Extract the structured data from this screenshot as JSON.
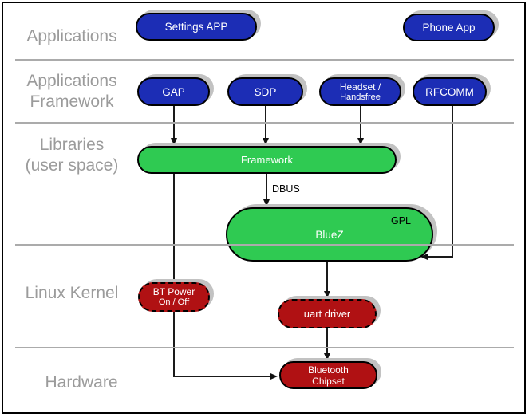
{
  "layers": {
    "applications": {
      "label": "Applications"
    },
    "app_framework": {
      "line1": "Applications",
      "line2": "Framework"
    },
    "libraries": {
      "line1": "Libraries",
      "line2": "(user space)"
    },
    "kernel": {
      "label": "Linux Kernel"
    },
    "hardware": {
      "label": "Hardware"
    }
  },
  "nodes": {
    "settings_app": {
      "label": "Settings APP"
    },
    "phone_app": {
      "label": "Phone App"
    },
    "gap": {
      "label": "GAP"
    },
    "sdp": {
      "label": "SDP"
    },
    "headset": {
      "line1": "Headset /",
      "line2": "Handsfree"
    },
    "rfcomm": {
      "label": "RFCOMM"
    },
    "framework": {
      "label": "Framework"
    },
    "bluez": {
      "label": "BlueZ",
      "license": "GPL"
    },
    "bt_power": {
      "line1": "BT Power",
      "line2": "On / Off"
    },
    "uart_driver": {
      "label": "uart driver"
    },
    "bt_chipset": {
      "line1": "Bluetooth",
      "line2": "Chipset"
    }
  },
  "edges": {
    "dbus_label": "DBUS"
  },
  "colors": {
    "app_pill": "#1c2db5",
    "userspace_pill": "#2fca52",
    "kernel_pill": "#b01113",
    "shadow": "#c2c2c2",
    "layer_label_text": "#9b9b9b",
    "separator_line": "#ababab",
    "edge_line": "#1a1a1a"
  }
}
